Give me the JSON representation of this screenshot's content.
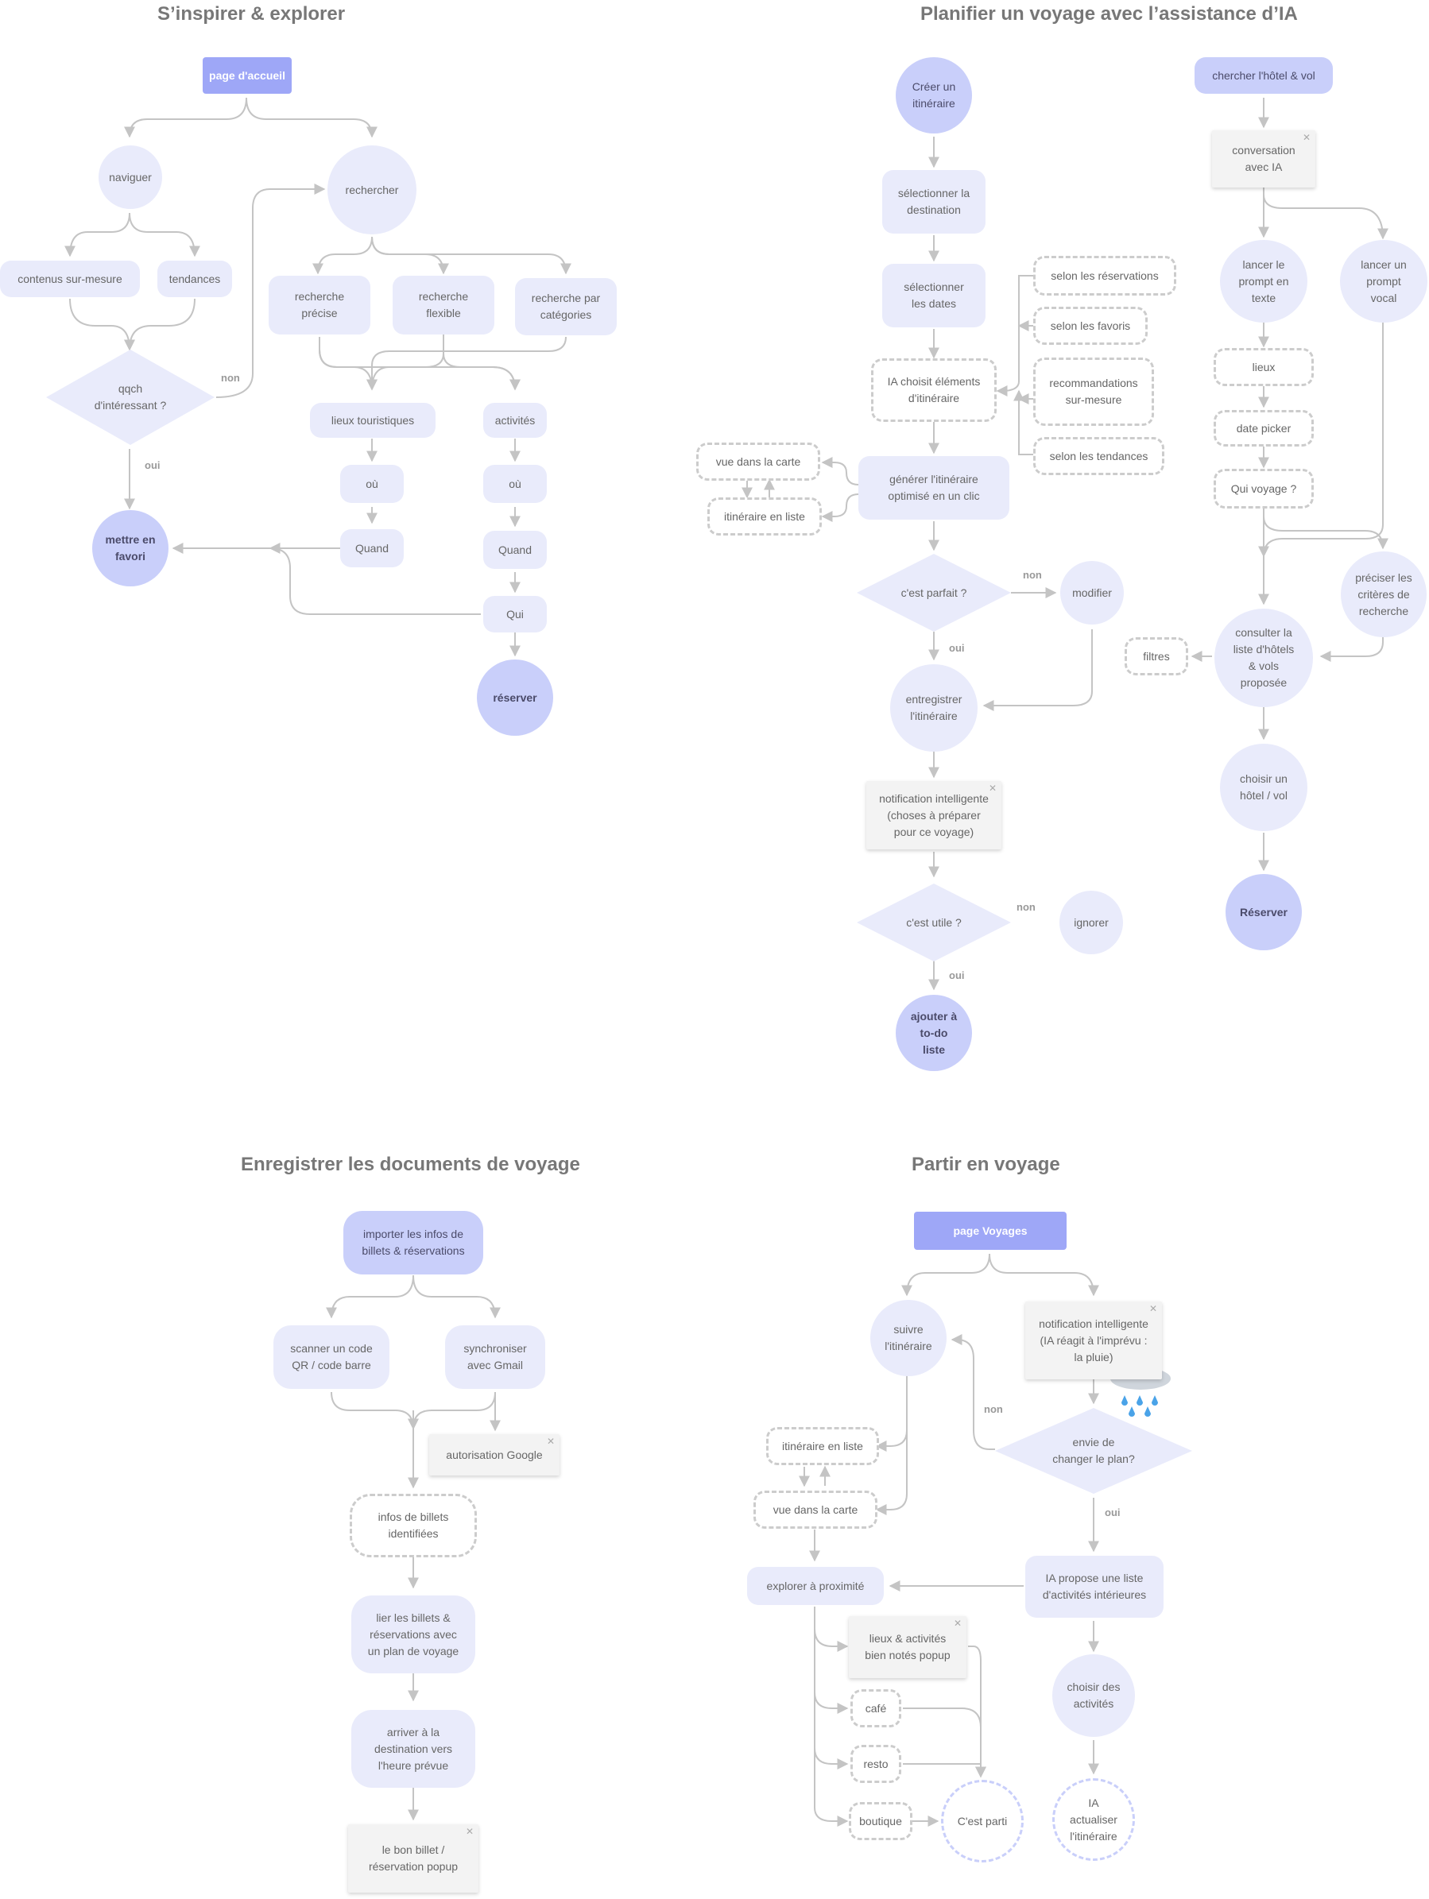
{
  "sections": {
    "inspire": "S’inspirer & explorer",
    "plan": "Planifier un voyage avec l’assistance d’IA",
    "documents": "Enregistrer les documents de voyage",
    "trip": "Partir en voyage"
  },
  "nodes": {
    "a1": "page d'accueil",
    "a2": "naviguer",
    "a3": "rechercher",
    "a4": "contenus sur-mesure",
    "a5": "tendances",
    "a6": "recherche\nprécise",
    "a7": "recherche\nflexible",
    "a8": "recherche par\ncatégories",
    "a9": "qqch\nd'intéressant ?",
    "a10": "lieux touristiques",
    "a11": "activités",
    "a12": "où",
    "a13": "où",
    "a14": "Quand",
    "a15": "Quand",
    "a16": "Qui",
    "a17": "mettre en\nfavori",
    "a18": "réserver",
    "b1": "Créer un\nitinéraire",
    "b2": "sélectionner la\ndestination",
    "b3": "sélectionner\nles dates",
    "b4": "IA choisit éléments\nd'itinéraire",
    "b5": "selon les réservations",
    "b6": "selon les favoris",
    "b7": "recommandations\nsur-mesure",
    "b8": "selon les tendances",
    "b9": "générer l'itinéraire\noptimisé en un clic",
    "b10": "vue dans la carte",
    "b11": "itinéraire en liste",
    "b12": "c'est parfait ?",
    "b13": "modifier",
    "b14": "entregistrer\nl'itinéraire",
    "b15": "notification intelligente\n(choses à préparer\npour ce voyage)",
    "b16": "c'est utile ?",
    "b17": "ignorer",
    "b18": "ajouter à\nto-do\nliste",
    "c1": "chercher l'hôtel & vol",
    "c2": "conversation\navec IA",
    "c3": "lancer le\nprompt en\ntexte",
    "c4": "lancer un\nprompt\nvocal",
    "c5": "lieux",
    "c6": "date picker",
    "c7": "Qui voyage ?",
    "c8": "préciser les\ncritères de\nrecherche",
    "c9": "consulter la\nliste d'hôtels\n& vols\nproposée",
    "c10": "filtres",
    "c11": "choisir un\nhôtel / vol",
    "c12": "Réserver",
    "d1": "importer les infos de\nbillets & réservations",
    "d2": "scanner un code\nQR / code barre",
    "d3": "synchroniser\navec Gmail",
    "d4": "autorisation Google",
    "d5": "infos de billets\nidentifiées",
    "d6": "lier les billets &\nréservations avec\nun plan de voyage",
    "d7": "arriver à la\ndestination vers\nl'heure prévue",
    "d8": "le bon billet /\nréservation popup",
    "e1": "page Voyages",
    "e2": "suivre\nl'itinéraire",
    "e3": "notification intelligente\n(IA réagit à l'imprévu :\nla pluie)",
    "e4": "envie de\nchanger le plan?",
    "e5": "itinéraire en liste",
    "e6": "vue dans la carte",
    "e7": "explorer à proximité",
    "e8": "IA propose une liste\nd'activités intérieures",
    "e9": "lieux & activités\nbien notés popup",
    "e10": "café",
    "e11": "resto",
    "e12": "boutique",
    "e13": "C'est parti",
    "e14": "choisir des\nactivités",
    "e15": "IA\nactualiser\nl'itinéraire"
  },
  "edge_labels": {
    "l1": "non",
    "l2": "oui",
    "l3": "non",
    "l4": "oui",
    "l5": "non",
    "l6": "oui",
    "l7": "non",
    "l8": "oui"
  },
  "icons": {
    "close": "close-icon",
    "weather": "rain-cloud-icon"
  },
  "colors": {
    "node": "#e9ebfb",
    "strong": "#c9cffa",
    "primary": "#9ea7f7",
    "edge": "#c4c4c4",
    "title": "#777777"
  }
}
